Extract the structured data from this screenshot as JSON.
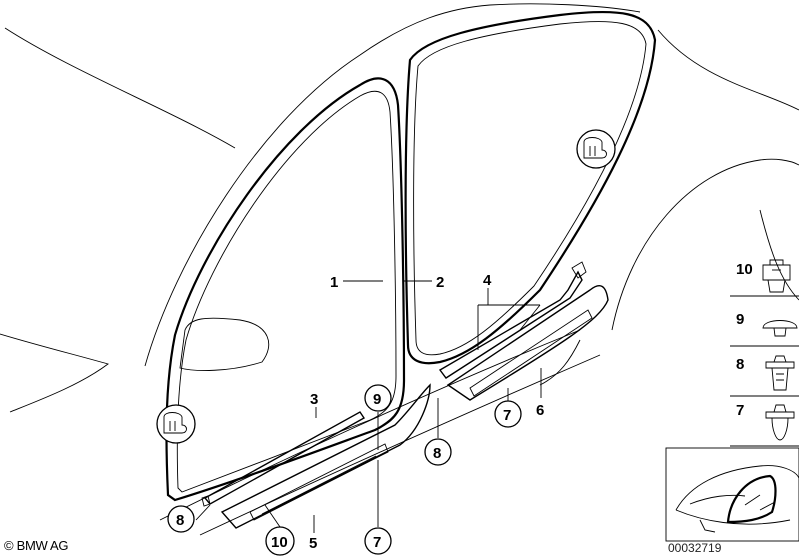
{
  "callouts": {
    "n1": "1",
    "n2": "2",
    "n3": "3",
    "n4": "4",
    "n5": "5",
    "n6": "6",
    "n7a": "7",
    "n7b": "7",
    "n8a": "8",
    "n8b": "8",
    "n9": "9",
    "n10": "10"
  },
  "legend": {
    "items": [
      {
        "label": "10"
      },
      {
        "label": "9"
      },
      {
        "label": "8"
      },
      {
        "label": "7"
      }
    ]
  },
  "footer": {
    "copyright": "© BMW AG",
    "doc_number": "00032719"
  }
}
